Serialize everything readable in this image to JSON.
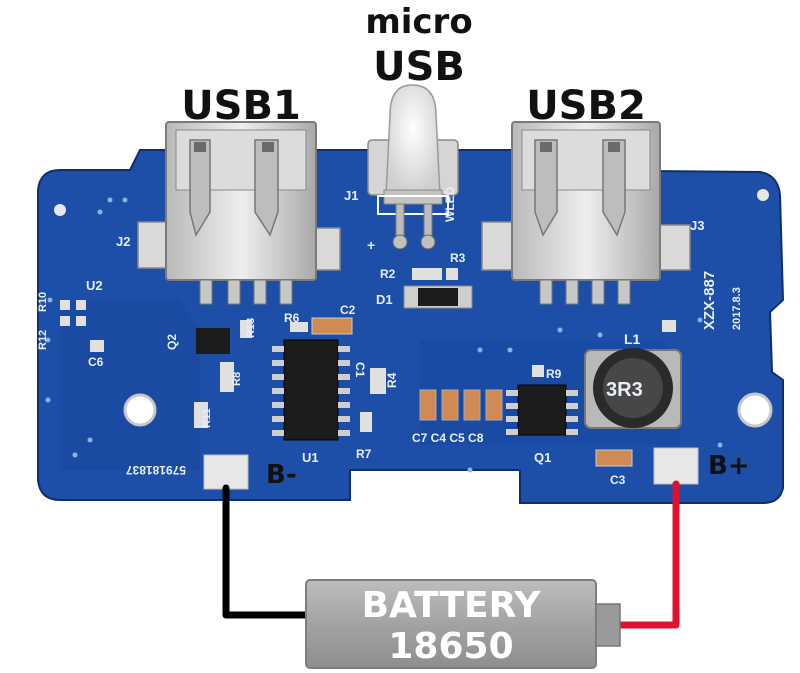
{
  "labels": {
    "micro_usb_line1": "micro",
    "micro_usb_line2": "USB",
    "usb1": "USB1",
    "usb2": "USB2",
    "b_minus": "B-",
    "b_plus": "B+",
    "battery_line1": "BATTERY",
    "battery_line2": "18650"
  },
  "silkscreen": {
    "j1": "J1",
    "j2": "J2",
    "j3": "J3",
    "u1": "U1",
    "u2": "U2",
    "q1": "Q1",
    "q2": "Q2",
    "l1": "L1",
    "d1": "D1",
    "r2": "R2",
    "r3": "R3",
    "r4": "R4",
    "r6": "R6",
    "r7": "R7",
    "r8": "R8",
    "r9": "R9",
    "r10": "R10",
    "r11": "R11",
    "r12": "R12",
    "r13": "R13",
    "c1": "C1",
    "c2": "C2",
    "c3": "C3",
    "c6": "C6",
    "caps_row": "C7 C4 C5 C8",
    "wled": "WLED",
    "plus": "+",
    "model": "XZX-887",
    "date": "2017.8.3",
    "serial": "579181837",
    "inductor_code": "3R3"
  },
  "colors": {
    "pcb": "#1d4fa8",
    "pcb_dark": "#123c86",
    "wire_negative": "#000000",
    "wire_positive": "#e0102e",
    "battery": "#a7a7a7"
  }
}
